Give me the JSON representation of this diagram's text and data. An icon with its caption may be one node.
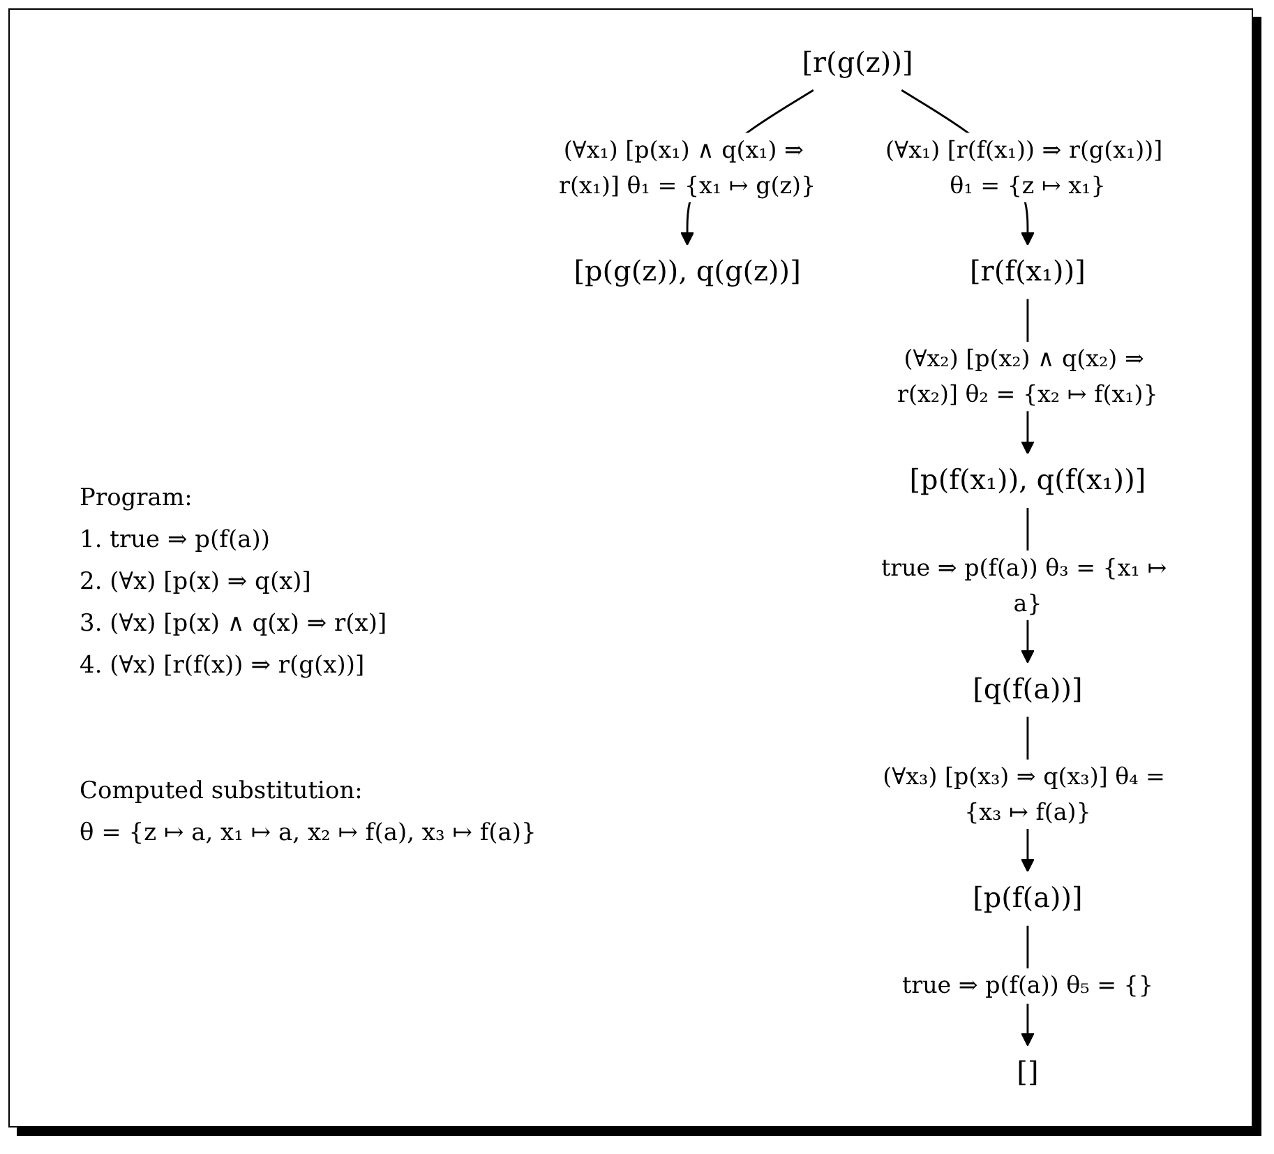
{
  "diagram": {
    "nodes": [
      {
        "text": [
          "[r(g(z))]"
        ]
      },
      {
        "text": [
          "[p(g(z)), q(g(z))]"
        ]
      },
      {
        "text": [
          "[r(f(x₁))]"
        ]
      },
      {
        "text": [
          "[p(f(x₁)), q(f(x₁))]"
        ]
      },
      {
        "text": [
          "[q(f(a))]"
        ]
      },
      {
        "text": [
          "[p(f(a))]"
        ]
      },
      {
        "text": [
          "[]"
        ]
      }
    ],
    "edges": [
      {
        "from": 0,
        "to": 1,
        "arrow": "to",
        "label": "(∀x₁) [p(x₁) ∧ q(x₁) ⇒ r(x₁)] θ₁ = {x₁ ↦ g(z)}"
      },
      {
        "from": 0,
        "to": 2,
        "arrow": "to",
        "label": "(∀x₁) [r(f(x₁)) ⇒ r(g(x₁))] θ₁ = {z ↦ x₁}"
      },
      {
        "from": 2,
        "to": 3,
        "arrow": "to",
        "label": "(∀x₂) [p(x₂) ∧ q(x₂) ⇒ r(x₂)] θ₂ = {x₂ ↦ f(x₁)}"
      },
      {
        "from": 3,
        "to": 4,
        "arrow": "to",
        "label": "true ⇒ p(f(a)) θ₃ = {x₁ ↦ a}"
      },
      {
        "from": 4,
        "to": 5,
        "arrow": "to",
        "label": "(∀x₃) [p(x₃) ⇒ q(x₃)] θ₄ = {x₃ ↦ f(a)}"
      },
      {
        "from": 5,
        "to": 6,
        "arrow": "to",
        "label": "true ⇒ p(f(a)) θ₅ = {}"
      }
    ],
    "labels": [
      "Program:",
      "1. true ⇒ p(f(a))",
      "2. (∀x) [p(x) ⇒ q(x)]",
      "3. (∀x) [p(x) ∧ q(x) ⇒ r(x)]",
      "4. (∀x) [r(f(x)) ⇒ r(g(x))]",
      "Computed substitution:",
      "θ = {z ↦ a, x₁ ↦ a, x₂ ↦ f(a), x₃ ↦ f(a)}"
    ]
  }
}
